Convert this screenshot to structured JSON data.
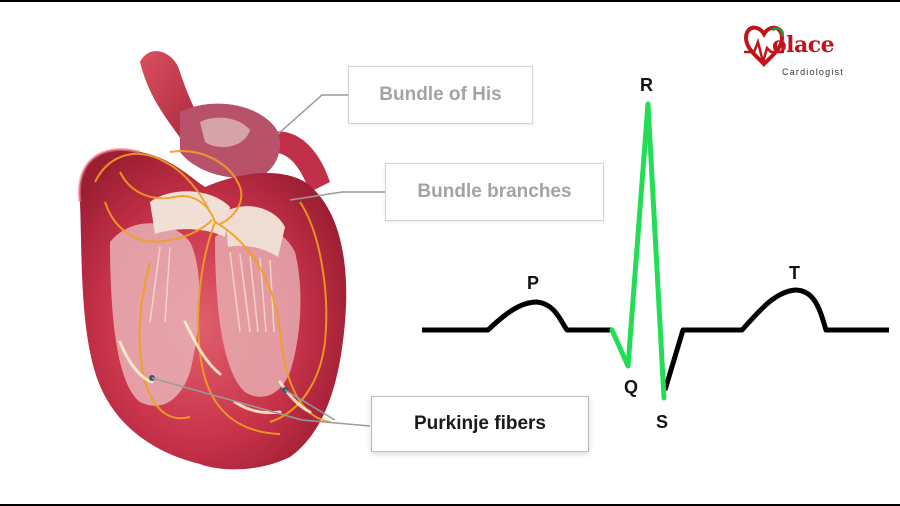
{
  "logo": {
    "name": "olace",
    "subtitle": "Cardiologist",
    "brand_color": "#c0131b",
    "accent_color": "#2e8b3a"
  },
  "labels": {
    "bundle_of_his": "Bundle of His",
    "bundle_branches": "Bundle branches",
    "purkinje_fibers": "Purkinje fibers"
  },
  "ecg": {
    "waves": {
      "p": "P",
      "q": "Q",
      "r": "R",
      "s": "S",
      "t": "T"
    },
    "baseline_color": "#000000",
    "qrs_color": "#22dd55"
  },
  "colors": {
    "heart": "#c8334a",
    "conduction": "#f0a020",
    "fiber_glow": "#fff4d0"
  }
}
